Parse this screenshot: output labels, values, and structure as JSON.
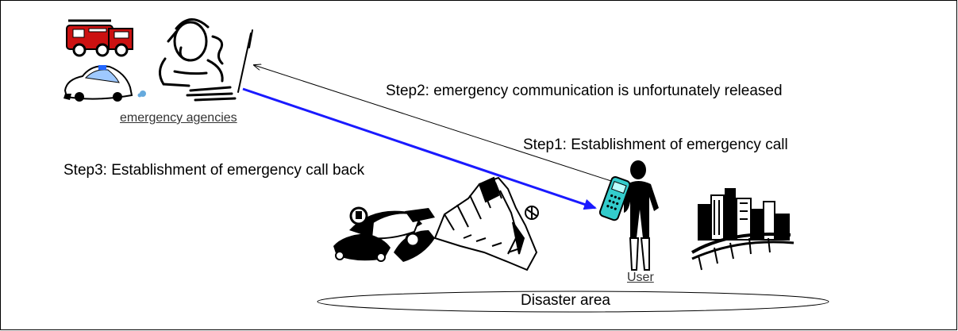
{
  "labels": {
    "agencies": "emergency agencies",
    "user": "User",
    "disaster_area": "Disaster area"
  },
  "steps": {
    "step1": "Step1: Establishment of emergency call",
    "step2": "Step2: emergency communication is unfortunately released",
    "step3": "Step3: Establishment of emergency call back"
  },
  "colors": {
    "callback_arrow": "#1a1aff",
    "call_arrow": "#000000",
    "fire_truck": "#cc1111",
    "phone": "#33cccc"
  },
  "icons": [
    "fire-truck-icon",
    "police-car-icon",
    "operator-icon",
    "user-person-icon",
    "mobile-phone-icon",
    "collapsed-city-icon",
    "city-skyline-icon",
    "overturned-cars-icon"
  ]
}
